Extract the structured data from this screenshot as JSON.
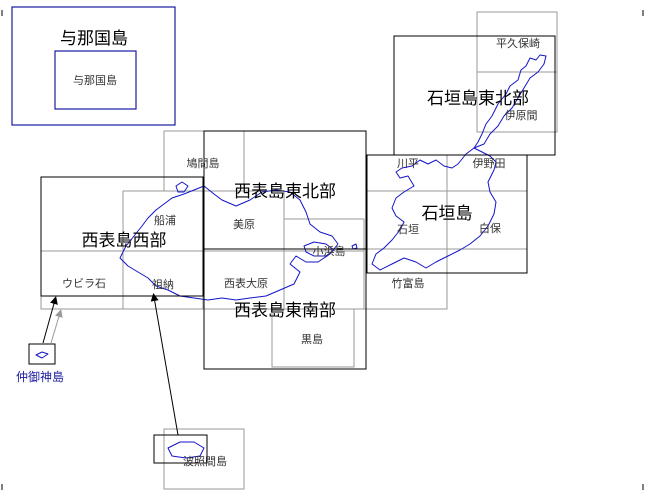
{
  "colors": {
    "coastline": "#1414c8",
    "sheet_border": "#000000",
    "grid": "#9a9a9a",
    "inset_border": "#1a1aa0",
    "inset_label": "#1a1aa0"
  },
  "sheets": {
    "yonaguni_outer": "与那国島",
    "yonaguni_inner": "与那国島",
    "ishigaki_northeast": "石垣島東北部",
    "ishigaki": "石垣島",
    "iriomote_northeast": "西表島東北部",
    "iriomote_west": "西表島西部",
    "iriomote_southeast": "西表島東南部"
  },
  "areas": {
    "hirakubozaki": "平久保崎",
    "ibaruma": "伊原間",
    "kawahira": "川平",
    "inoda": "伊野田",
    "ishigaki_town": "石垣",
    "shiraho": "白保",
    "hatoma": "鳩間島",
    "funauki": "船浦",
    "mihara": "美原",
    "kohama": "小浜島",
    "ubiraishi": "ウビラ石",
    "sonai": "祖納",
    "ohara": "西表大原",
    "taketomi": "竹富島",
    "kuroshima": "黒島",
    "hateruma": "波照間島"
  },
  "insets": {
    "nakanougan": "仲御神島"
  },
  "icons": {
    "map_type": "topographic-sheet-index",
    "coastline": "coastline-icon",
    "arrow": "inset-arrow-icon"
  }
}
